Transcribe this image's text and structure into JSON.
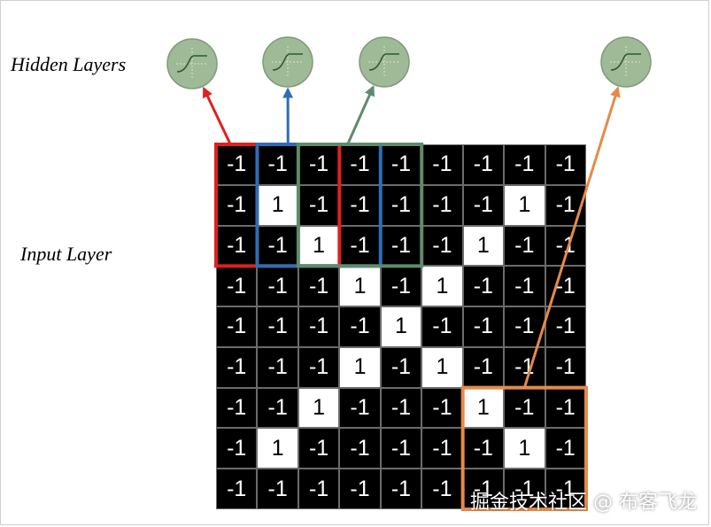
{
  "labels": {
    "hidden_layers": "Hidden Layers",
    "input_layer": "Input Layer"
  },
  "watermark": "掘金技术社区 @ 布客飞龙",
  "grid": {
    "rows": [
      [
        -1,
        -1,
        -1,
        -1,
        -1,
        -1,
        -1,
        -1,
        -1
      ],
      [
        -1,
        1,
        -1,
        -1,
        -1,
        -1,
        -1,
        1,
        -1
      ],
      [
        -1,
        -1,
        1,
        -1,
        -1,
        -1,
        1,
        -1,
        -1
      ],
      [
        -1,
        -1,
        -1,
        1,
        -1,
        1,
        -1,
        -1,
        -1
      ],
      [
        -1,
        -1,
        -1,
        -1,
        1,
        -1,
        -1,
        -1,
        -1
      ],
      [
        -1,
        -1,
        -1,
        1,
        -1,
        1,
        -1,
        -1,
        -1
      ],
      [
        -1,
        -1,
        1,
        -1,
        -1,
        -1,
        1,
        -1,
        -1
      ],
      [
        -1,
        1,
        -1,
        -1,
        -1,
        -1,
        -1,
        1,
        -1
      ],
      [
        -1,
        -1,
        -1,
        -1,
        -1,
        -1,
        -1,
        -1,
        -1
      ]
    ]
  },
  "hidden_units": [
    {
      "name": "hidden-neuron-1",
      "icon": "sigmoid-icon"
    },
    {
      "name": "hidden-neuron-2",
      "icon": "sigmoid-icon"
    },
    {
      "name": "hidden-neuron-3",
      "icon": "sigmoid-icon"
    },
    {
      "name": "hidden-neuron-4",
      "icon": "sigmoid-icon"
    }
  ],
  "receptive_fields": [
    {
      "name": "receptive-field-1",
      "color": "#e02020",
      "row": 0,
      "col": 0,
      "size": 3
    },
    {
      "name": "receptive-field-2",
      "color": "#2f6db5",
      "row": 0,
      "col": 1,
      "size": 3
    },
    {
      "name": "receptive-field-3",
      "color": "#5f8a6e",
      "row": 0,
      "col": 2,
      "size": 3
    },
    {
      "name": "receptive-field-4",
      "color": "#e58a4a",
      "row": 6,
      "col": 6,
      "size": 3
    }
  ],
  "colors": {
    "neuron_fill": "#9fba97",
    "neuron_stroke": "#7f9a78",
    "curve": "#2e5a2a"
  }
}
